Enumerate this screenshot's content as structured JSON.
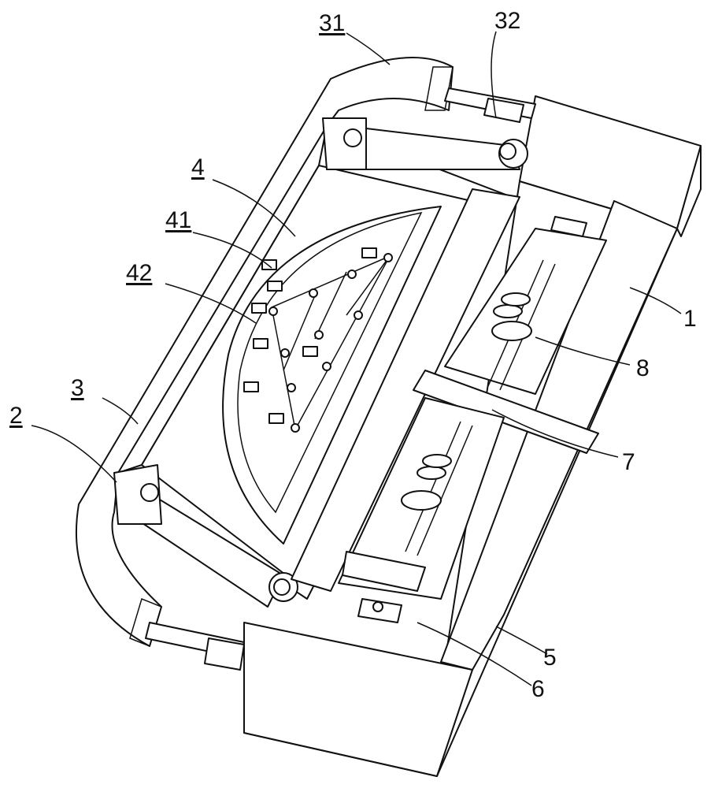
{
  "labels": {
    "l31": "31",
    "l32": "32",
    "l4": "4",
    "l41": "41",
    "l42": "42",
    "l3": "3",
    "l2": "2",
    "l1": "1",
    "l8": "8",
    "l7": "7",
    "l5": "5",
    "l6": "6"
  },
  "colors": {
    "line": "#111111",
    "background": "#ffffff"
  }
}
